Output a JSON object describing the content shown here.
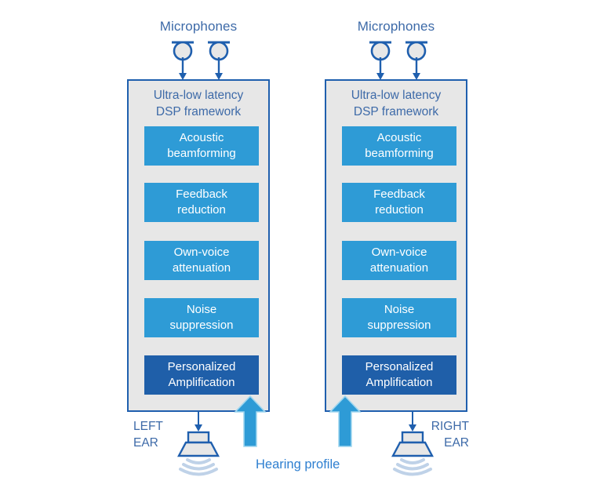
{
  "diagram": {
    "background_color": "#FFFFFF",
    "accent_blue": "#2E9BD6",
    "dark_blue": "#1F5FA9",
    "outline_blue": "#1F5FAE",
    "text_blue": "#3D6AA8",
    "panel_fill": "#E7E7E7",
    "hearing_profile_label": "Hearing profile",
    "channels": [
      {
        "side": "left",
        "mic_caption": "Microphones",
        "panel_title": "Ultra-low latency\nDSP framework",
        "ear_label": "LEFT\nEAR",
        "stages": [
          {
            "label": "Acoustic\nbeamforming",
            "style": "light"
          },
          {
            "label": "Feedback\nreduction",
            "style": "light"
          },
          {
            "label": "Own-voice\nattenuation",
            "style": "light"
          },
          {
            "label": "Noise\nsuppression",
            "style": "light"
          },
          {
            "label": "Personalized\nAmplification",
            "style": "dark"
          }
        ],
        "microphones": [
          "microphone-1",
          "microphone-2"
        ]
      },
      {
        "side": "right",
        "mic_caption": "Microphones",
        "panel_title": "Ultra-low latency\nDSP framework",
        "ear_label": "RIGHT\nEAR",
        "stages": [
          {
            "label": "Acoustic\nbeamforming",
            "style": "light"
          },
          {
            "label": "Feedback\nreduction",
            "style": "light"
          },
          {
            "label": "Own-voice\nattenuation",
            "style": "light"
          },
          {
            "label": "Noise\nsuppression",
            "style": "light"
          },
          {
            "label": "Personalized\nAmplification",
            "style": "dark"
          }
        ],
        "microphones": [
          "microphone-1",
          "microphone-2"
        ]
      }
    ]
  }
}
